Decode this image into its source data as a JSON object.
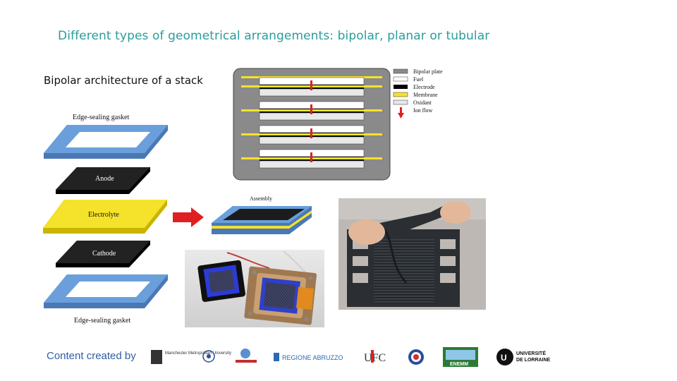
{
  "header": {
    "title": "Different types of geometrical arrangements: bipolar, planar or tubular",
    "subtitle": "Bipolar architecture of a stack"
  },
  "exploded_stack": {
    "top_label": "Edge-sealing gasket",
    "layers": [
      "Anode",
      "Electrolyte",
      "Cathode"
    ],
    "bottom_label": "Edge-sealing gasket",
    "assembly_label": "Assembly"
  },
  "stack_legend": {
    "items": [
      "Bipolar plate",
      "Fuel",
      "Electrode",
      "Membrane",
      "Oxidant",
      "Ion flow"
    ]
  },
  "footer": {
    "credit": "Content created by",
    "logos": [
      {
        "icon": "manchester-metropolitan-logo",
        "text": "Manchester Metropolitan University"
      },
      {
        "icon": "logo-2"
      },
      {
        "icon": "tecnalia-logo"
      },
      {
        "icon": "regione-abruzzo-logo",
        "text": "REGIONE ABRUZZO"
      },
      {
        "icon": "ufc-logo",
        "text": "UFC"
      },
      {
        "icon": "logo-6"
      },
      {
        "icon": "enemm-logo",
        "text": "ENEMM"
      },
      {
        "icon": "universite-de-lorraine-logo",
        "text": "UNIVERSITÉ DE LORRAINE"
      }
    ]
  },
  "colors": {
    "title": "#2a9d9b",
    "credit": "#2e5fa8",
    "gasket": "#6a9fdc",
    "electrolyte": "#f5e22a",
    "electrode": "#1c1c1c",
    "arrow": "#e02020"
  }
}
